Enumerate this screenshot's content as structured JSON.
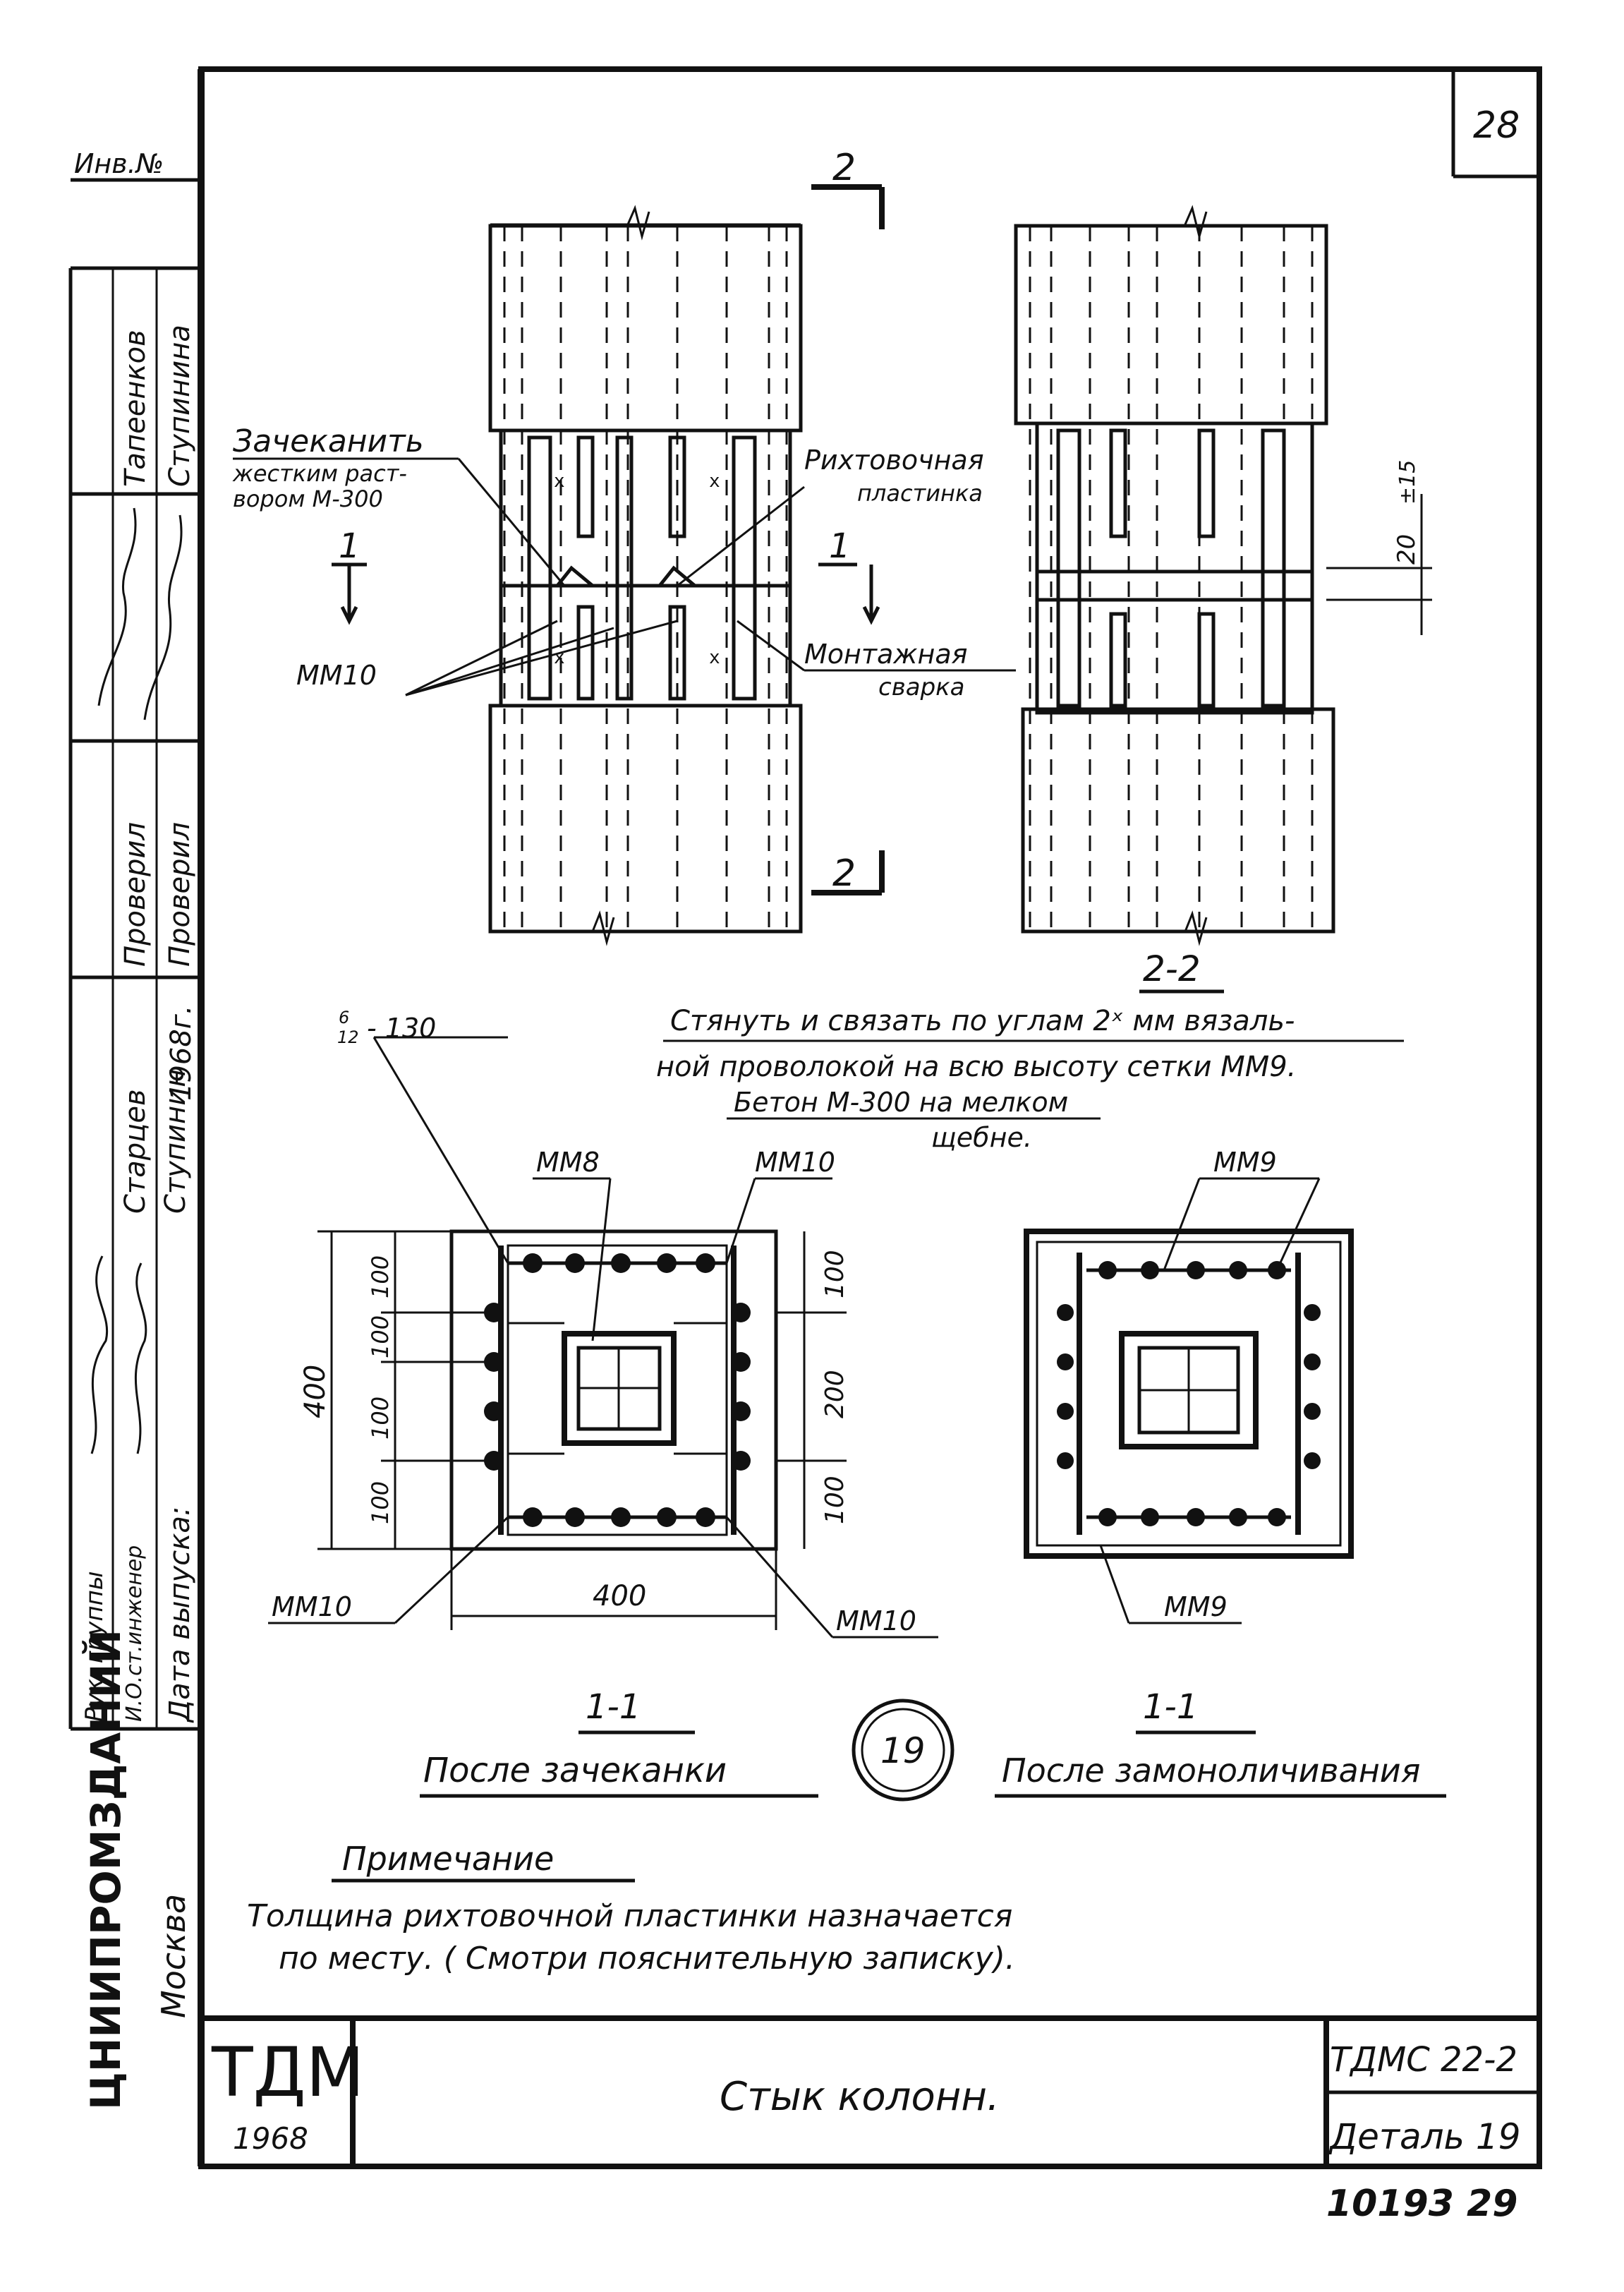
{
  "sheet": {
    "number": "28",
    "inv_label": "Инв.№",
    "archive_number": "10193  29"
  },
  "stamp": {
    "roles": [
      "Рук. группы",
      "И.О.ст.инженер",
      "Дата выпуска:"
    ],
    "names": [
      "Старцев",
      "Ступинин",
      "1968г."
    ],
    "checked": [
      "Проверил",
      "Проверил"
    ],
    "authors": [
      "Тапеенков",
      "Ступинина"
    ],
    "organization": "ЦНИИПРОМЗДАНИЙ",
    "city": "Москва",
    "logo_text": "ТДМ",
    "logo_year": "1968",
    "title": "Стык колонн.",
    "code": "ТДМС 22-2",
    "detail": "Деталь 19"
  },
  "elevation": {
    "cut_2_top": "2",
    "cut_2_bottom": "2",
    "cut_1_left": "1",
    "cut_1_right": "1",
    "note_caulk_title": "Зачеканить",
    "note_caulk_line1": "жестким раст-",
    "note_caulk_line2": "вором М-300",
    "note_plate_line1": "Рихтовочная",
    "note_plate_line2": "пластинка",
    "note_weld_line1": "Монтажная",
    "note_weld_line2": "сварка",
    "mesh_label": "ММ10",
    "dim_gap": "20",
    "dim_gap_tol": "±15"
  },
  "section_2_2": {
    "title": "2-2",
    "note_line1": "Стянуть и связать по углам 2ˣ мм вязаль-",
    "note_line2": "ной проволокой на всю высоту сетки ММ9.",
    "note_line3": "Бетон М-300  на мелком",
    "note_line4": "щебне."
  },
  "plan_left": {
    "rebar_note_num": "6",
    "rebar_note_den": "12",
    "rebar_note_rest": "- 130",
    "mesh_top_left": "ММ8",
    "mesh_top_right": "ММ10",
    "mesh_bottom_left": "ММ10",
    "mesh_bottom_right": "ММ10",
    "dim_overall_v": "400",
    "dim_overall_h": "400",
    "dims_left": [
      "100",
      "100",
      "100",
      "100"
    ],
    "dims_right": [
      "100",
      "200",
      "100"
    ],
    "section_title": "1-1",
    "caption": "После зачеканки"
  },
  "detail_circle": "19",
  "plan_right": {
    "mesh_top": "ММ9",
    "mesh_bottom": "ММ9",
    "section_title": "1-1",
    "caption": "После замоноличивания"
  },
  "notes": {
    "heading": "Примечание",
    "line1": "Толщина рихтовочной  пластинки   назначается",
    "line2": "по месту.  ( Смотри  пояснительную записку)."
  }
}
